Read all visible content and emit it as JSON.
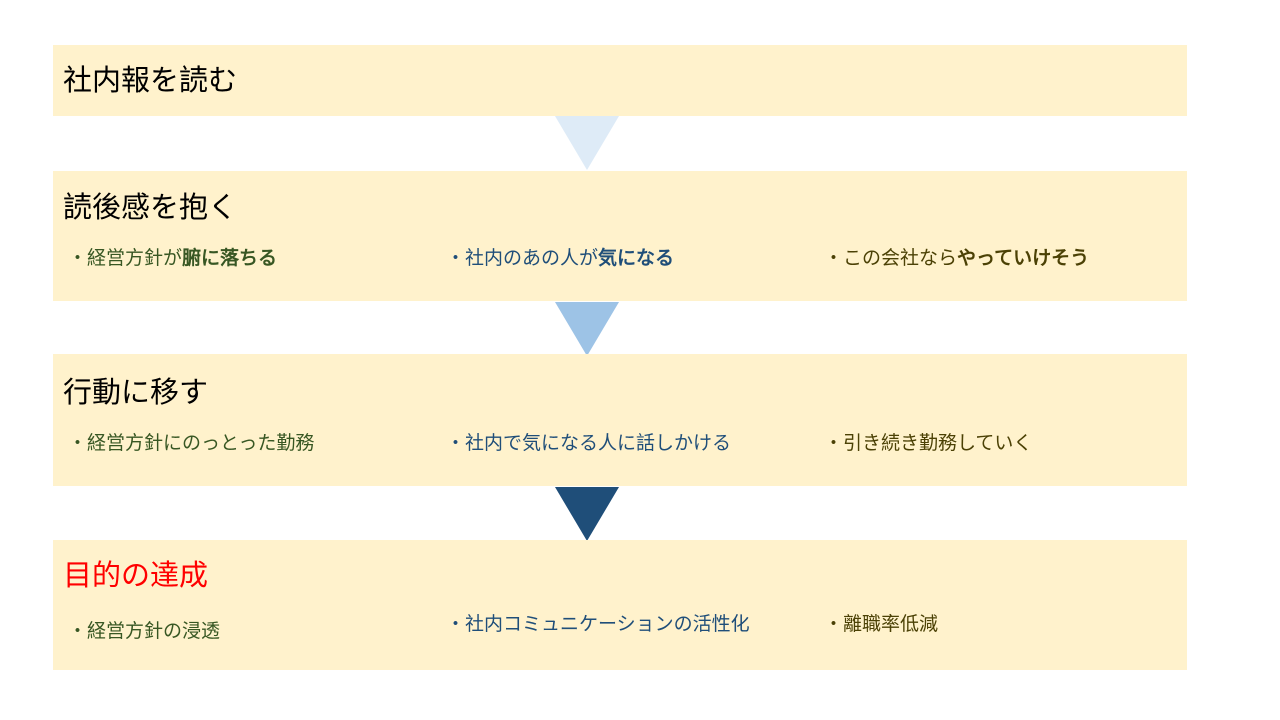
{
  "stages": [
    {
      "title": "社内報を読む",
      "bullets": []
    },
    {
      "title": "読後感を抱く",
      "bullets": [
        {
          "prefix": "・経営方針が",
          "emphasis": "腑に落ちる"
        },
        {
          "prefix": "・社内のあの人が",
          "emphasis": "気になる"
        },
        {
          "prefix": "・この会社なら",
          "emphasis": "やっていけそう"
        }
      ]
    },
    {
      "title": "行動に移す",
      "bullets": [
        {
          "prefix": "・経営方針にのっとった勤務",
          "emphasis": ""
        },
        {
          "prefix": "・社内で気になる人に話しかける",
          "emphasis": ""
        },
        {
          "prefix": "・引き続き勤務していく",
          "emphasis": ""
        }
      ]
    },
    {
      "title": "目的の達成",
      "bullets": [
        {
          "prefix": "・経営方針の浸透",
          "emphasis": ""
        },
        {
          "prefix": "・社内コミュニケーションの活性化",
          "emphasis": ""
        },
        {
          "prefix": "・離職率低減",
          "emphasis": ""
        }
      ]
    }
  ],
  "colors": {
    "stage_fill": "#fff2cc",
    "arrow_1": "#deebf7",
    "arrow_2": "#9dc3e6",
    "arrow_3": "#1f4e79",
    "goal_title": "#ff0000",
    "column_1_text": "#385723",
    "column_2_text": "#1f4e79",
    "column_3_text": "#4b4105"
  }
}
